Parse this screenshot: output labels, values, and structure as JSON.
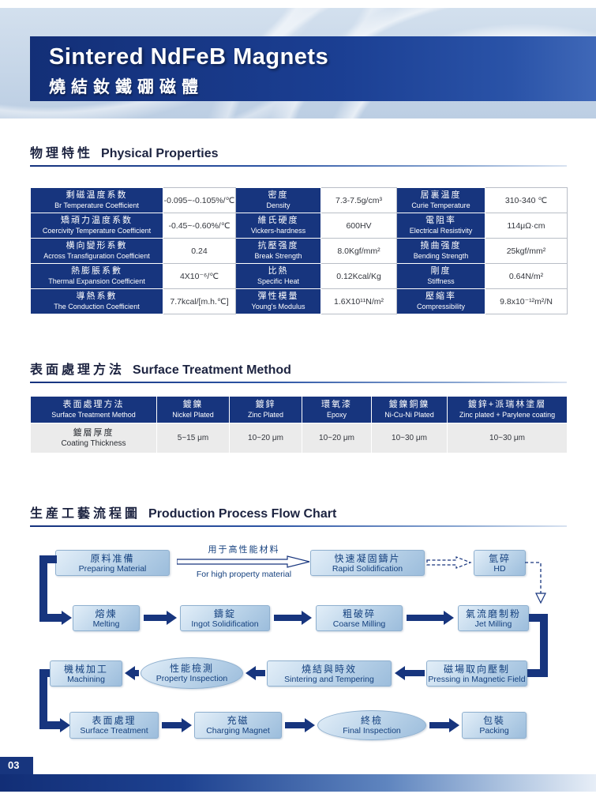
{
  "banner": {
    "title": "Sintered NdFeB Magnets",
    "subtitle": "燒結釹鐵硼磁體"
  },
  "sections": {
    "physical": {
      "zh": "物理特性",
      "en": "Physical Properties"
    },
    "surface": {
      "zh": "表面處理方法",
      "en": "Surface Treatment Method"
    },
    "flow": {
      "zh": "生産工藝流程圖",
      "en": "Production Process Flow Chart"
    }
  },
  "physical": {
    "rows": [
      [
        {
          "zh": "剩磁温度系数",
          "en": "Br Temperature Coefficient",
          "value": "-0.095~-0.105%/℃"
        },
        {
          "zh": "密度",
          "en": "Density",
          "value": "7.3-7.5g/cm³"
        },
        {
          "zh": "居裏温度",
          "en": "Curie Temperature",
          "value": "310-340 ℃"
        }
      ],
      [
        {
          "zh": "矯頑力温度系数",
          "en": "Coercivity Temperature Coefficient",
          "value": "-0.45~-0.60%/℃"
        },
        {
          "zh": "維氏硬度",
          "en": "Vickers-hardness",
          "value": "600HV"
        },
        {
          "zh": "電阻率",
          "en": "Electrical Resistivity",
          "value": "114μΩ·cm"
        }
      ],
      [
        {
          "zh": "横向變形系數",
          "en": "Across Transfiguration Coefficient",
          "value": "0.24"
        },
        {
          "zh": "抗壓强度",
          "en": "Break Strength",
          "value": "8.0Kgf/mm²"
        },
        {
          "zh": "撓曲强度",
          "en": "Bending Strength",
          "value": "25kgf/mm²"
        }
      ],
      [
        {
          "zh": "熱膨脹系數",
          "en": "Thermal Expansion Coefficient",
          "value": "4X10⁻⁶/℃"
        },
        {
          "zh": "比熱",
          "en": "Specific Heat",
          "value": "0.12Kcal/Kg"
        },
        {
          "zh": "剛度",
          "en": "Stiffness",
          "value": "0.64N/m²"
        }
      ],
      [
        {
          "zh": "導熱系數",
          "en": "The Conduction Coefficient",
          "value": "7.7kcal/[m.h.℃]"
        },
        {
          "zh": "彈性模量",
          "en": "Young's Modulus",
          "value": "1.6X10¹¹N/m²"
        },
        {
          "zh": "壓縮率",
          "en": "Compressibility",
          "value": "9.8x10⁻¹²m²/N"
        }
      ]
    ]
  },
  "surface": {
    "header": [
      {
        "zh": "表面處理方法",
        "en": "Surface Treatment Method"
      },
      {
        "zh": "鍍鎳",
        "en": "Nickel Plated"
      },
      {
        "zh": "鍍鋅",
        "en": "Zinc Plated"
      },
      {
        "zh": "環氧漆",
        "en": "Epoxy"
      },
      {
        "zh": "鍍鎳銅鎳",
        "en": "Ni-Cu-Ni Plated"
      },
      {
        "zh": "鍍鋅+派瑞林塗層",
        "en": "Zinc plated + Parylene coating"
      }
    ],
    "row_label": {
      "zh": "鍍層厚度",
      "en": "Coating Thickness"
    },
    "values": [
      "5~15 μm",
      "10~20 μm",
      "10~20 μm",
      "10~30 μm",
      "10~30 μm"
    ]
  },
  "flow": {
    "annotation": {
      "zh": "用于高性能材料",
      "en": "For high property material"
    },
    "nodes": {
      "preparing": {
        "zh": "原料准備",
        "en": "Preparing Material"
      },
      "rapid": {
        "zh": "快速凝固鑄片",
        "en": "Rapid Solidification"
      },
      "hd": {
        "zh": "氫碎",
        "en": "HD"
      },
      "melting": {
        "zh": "熔煉",
        "en": "Melting"
      },
      "ingot": {
        "zh": "鑄錠",
        "en": "Ingot Solidification"
      },
      "coarse": {
        "zh": "粗破碎",
        "en": "Coarse Milling"
      },
      "jet": {
        "zh": "氣流磨制粉",
        "en": "Jet Milling"
      },
      "machining": {
        "zh": "機械加工",
        "en": "Machining"
      },
      "inspection": {
        "zh": "性能檢測",
        "en": "Property Inspection"
      },
      "sintering": {
        "zh": "燒結與時效",
        "en": "Sintering and Tempering"
      },
      "pressing": {
        "zh": "磁場取向壓制",
        "en": "Pressing in Magnetic Field"
      },
      "surface_treatment": {
        "zh": "表面處理",
        "en": "Surface Treatment"
      },
      "charging": {
        "zh": "充磁",
        "en": "Charging Magnet"
      },
      "final": {
        "zh": "終檢",
        "en": "Final Inspection"
      },
      "packing": {
        "zh": "包裝",
        "en": "Packing"
      }
    }
  },
  "footer": {
    "page_number": "03"
  },
  "colors": {
    "navy": "#17357e",
    "banner_navy": "#1b3f93",
    "node_fill": "#bdd5ea",
    "swirl_bg": "#bccee3",
    "value_text": "#33363d"
  }
}
